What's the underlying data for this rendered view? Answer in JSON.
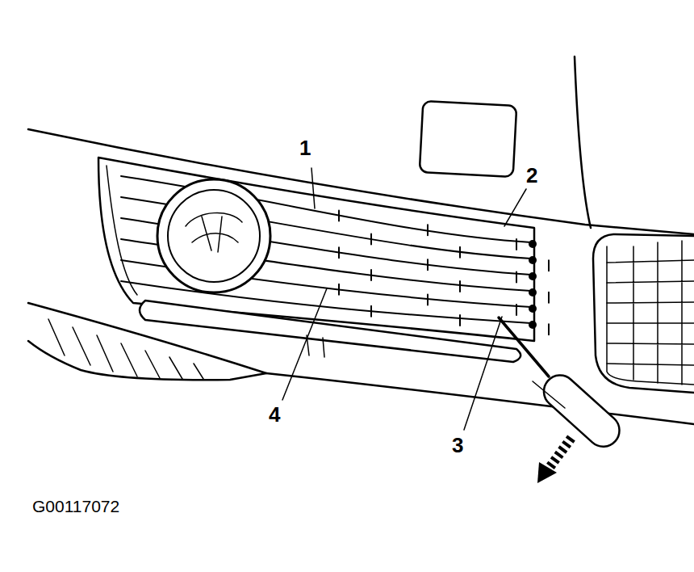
{
  "diagram": {
    "labels": [
      "1",
      "2",
      "3",
      "4",
      "G00117072"
    ]
  }
}
